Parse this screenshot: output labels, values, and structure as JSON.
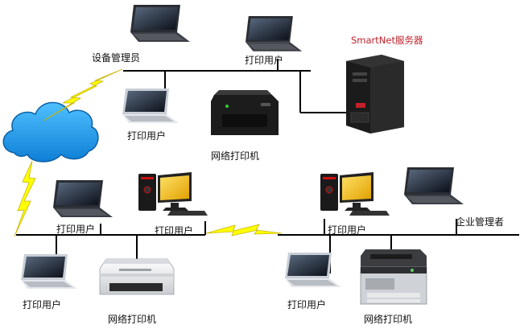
{
  "labels": {
    "admin_device": "设备管理员",
    "print_user_top": "打印用户",
    "print_user_left": "打印用户",
    "printer_top": "网络打印机",
    "server": "SmartNet服务器",
    "enterprise_admin": "企业管理者",
    "print_user_mid1": "打印用户",
    "print_user_mid2": "打印用户",
    "print_user_mid3": "打印用户",
    "print_user_bottom_left": "打印用户",
    "printer_bottom_left": "网络打印机",
    "print_user_bottom_right": "打印用户",
    "printer_bottom_right": "网络打印机"
  },
  "colors": {
    "line": "#000000",
    "lightning": "#ffff00",
    "cloud": "#1c9cf0",
    "server_accent": "#c0212a"
  },
  "icons": [
    "laptop-icon",
    "desktop-icon",
    "printer-icon",
    "mfp-printer-icon",
    "server-icon",
    "cloud-icon",
    "lightning-icon"
  ]
}
